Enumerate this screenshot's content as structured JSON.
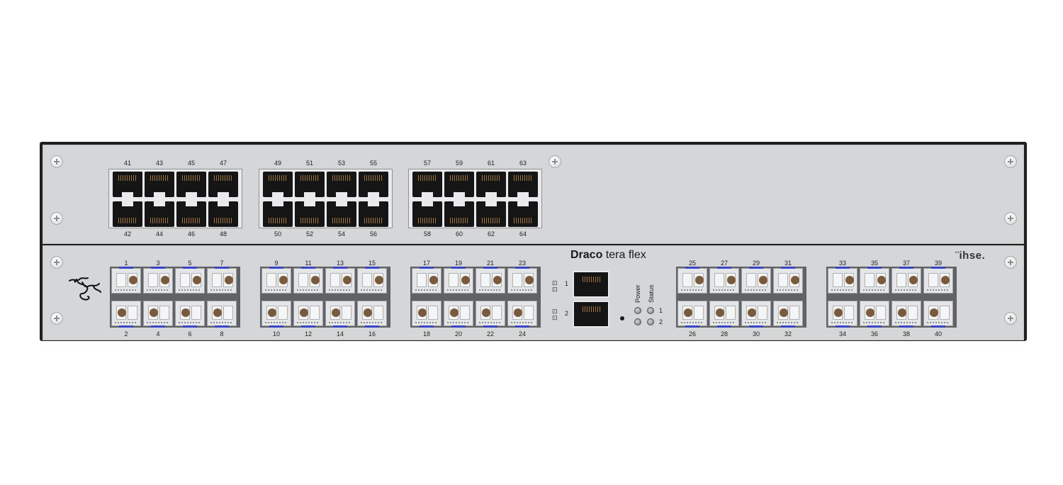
{
  "device": {
    "brand": "Draco",
    "model": " tera flex",
    "logo": "¨ihse.",
    "colors": {
      "chassis": "#1f1f1f",
      "panel": "#d5d6d8",
      "sfp_tab": "#3a46c6",
      "fiber_dot": "#7a5a3c"
    }
  },
  "rj45_groups": [
    {
      "top": [
        "41",
        "43",
        "45",
        "47"
      ],
      "bottom": [
        "42",
        "44",
        "46",
        "48"
      ]
    },
    {
      "top": [
        "49",
        "51",
        "53",
        "55"
      ],
      "bottom": [
        "50",
        "52",
        "54",
        "56"
      ]
    },
    {
      "top": [
        "57",
        "59",
        "61",
        "63"
      ],
      "bottom": [
        "58",
        "60",
        "62",
        "64"
      ]
    }
  ],
  "sfp_groups": [
    {
      "top": [
        "1",
        "3",
        "5",
        "7"
      ],
      "bottom": [
        "2",
        "4",
        "6",
        "8"
      ]
    },
    {
      "top": [
        "9",
        "11",
        "13",
        "15"
      ],
      "bottom": [
        "10",
        "12",
        "14",
        "16"
      ]
    },
    {
      "top": [
        "17",
        "19",
        "21",
        "23"
      ],
      "bottom": [
        "18",
        "20",
        "22",
        "24"
      ]
    },
    {
      "top": [
        "25",
        "27",
        "29",
        "31"
      ],
      "bottom": [
        "26",
        "28",
        "30",
        "32"
      ]
    },
    {
      "top": [
        "33",
        "35",
        "37",
        "39"
      ],
      "bottom": [
        "34",
        "36",
        "38",
        "40"
      ]
    }
  ],
  "management": {
    "ports": [
      "1",
      "2"
    ],
    "network_icon": "network-icon"
  },
  "leds": {
    "power_label": "Power",
    "status_label": "Status",
    "rows": [
      "1",
      "2"
    ]
  },
  "icons": {
    "screw": "screw-icon",
    "dragon": "dragon-logo-icon"
  }
}
